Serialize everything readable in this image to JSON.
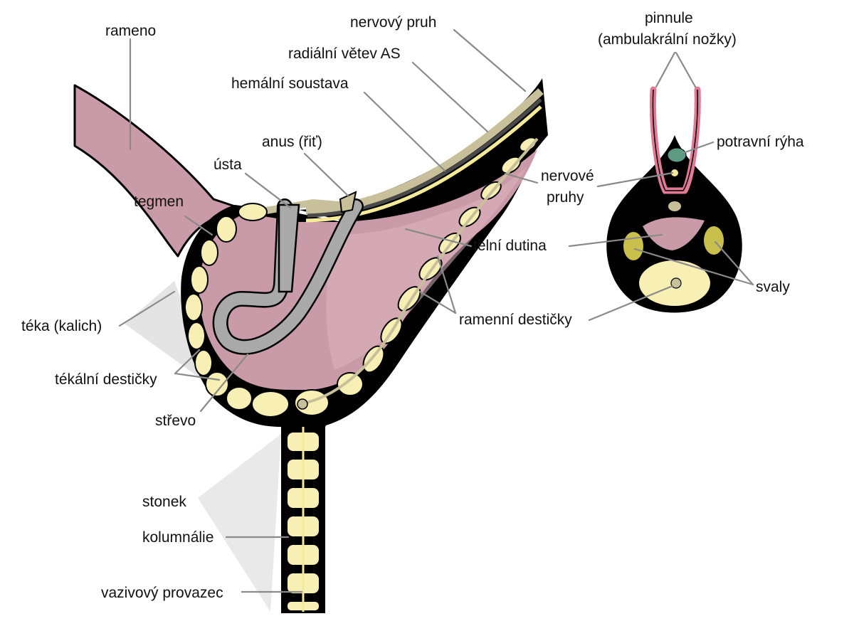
{
  "colors": {
    "outline": "#000000",
    "tissue_pink": "#c99aa8",
    "tissue_light": "#dcb6be",
    "plate_yellow": "#f7efb4",
    "muscle_olive": "#c9bf4c",
    "gut_gray": "#a9a9aa",
    "nerve_dark": "#4a4a4a",
    "nerve_tan": "#c8c09a",
    "groove_green": "#5f9a84",
    "pinnule_pink": "#e07a95",
    "leader_gray": "#8a8a8a"
  },
  "labels": {
    "rameno": "rameno",
    "nervovy_pruh": "nervový pruh",
    "radialni_vetev": "radiální větev AS",
    "hemalni_soustava": "hemální soustava",
    "anus": "anus (řiť)",
    "usta": "ústa",
    "tegmen": "tegmen",
    "nervove_pruhy_1": "nervové",
    "nervove_pruhy_2": "pruhy",
    "telni_dutina": "tělní dutina",
    "ramenni_desticky": "ramenní destičky",
    "teka": "téka (kalich)",
    "tekalni_desticky": "tékální destičky",
    "strevo": "střevo",
    "stonek": "stonek",
    "kolumnalie": "kolumnálie",
    "vazivovy_provazec": "vazivový provazec",
    "pinnule_1": "pinnule",
    "pinnule_2": "(ambulakrální nožky)",
    "potravni_ryha": "potravní rýha",
    "svaly": "svaly"
  }
}
